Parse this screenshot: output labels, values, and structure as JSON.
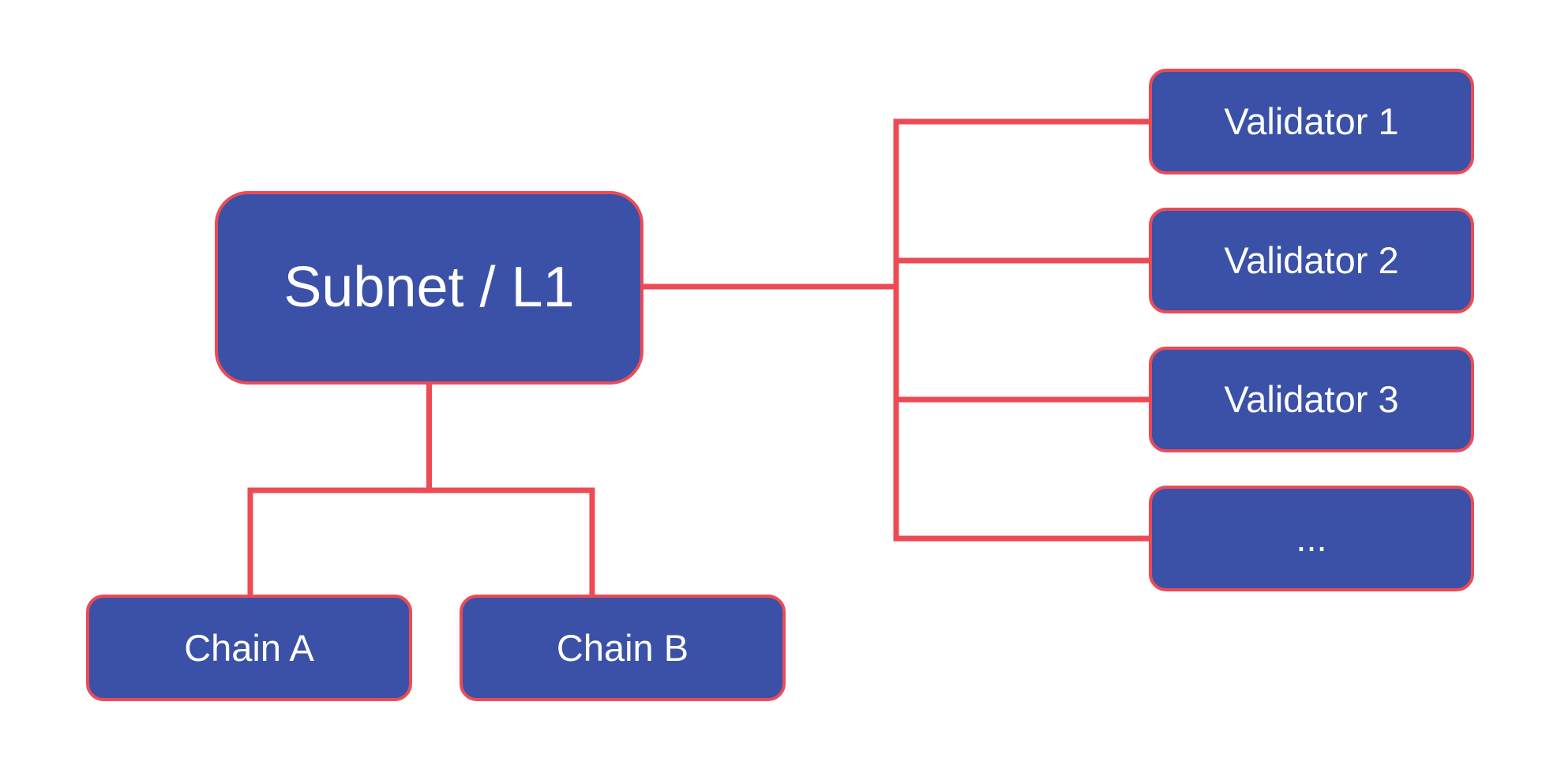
{
  "diagram": {
    "title": "Subnet / L1 topology diagram",
    "colors": {
      "background": "#ffffff",
      "node_fill": "#3A51A7",
      "line": "#EC4B55",
      "text": "#ffffff"
    },
    "nodes": {
      "subnet": {
        "label": "Subnet / L1"
      },
      "validator_1": {
        "label": "Validator 1"
      },
      "validator_2": {
        "label": "Validator 2"
      },
      "validator_3": {
        "label": "Validator 3"
      },
      "validator_more": {
        "label": "..."
      },
      "chain_a": {
        "label": "Chain A"
      },
      "chain_b": {
        "label": "Chain B"
      }
    },
    "edges": [
      {
        "from": "subnet",
        "to": "validator_1"
      },
      {
        "from": "subnet",
        "to": "validator_2"
      },
      {
        "from": "subnet",
        "to": "validator_3"
      },
      {
        "from": "subnet",
        "to": "validator_more"
      },
      {
        "from": "subnet",
        "to": "chain_a"
      },
      {
        "from": "subnet",
        "to": "chain_b"
      }
    ]
  }
}
